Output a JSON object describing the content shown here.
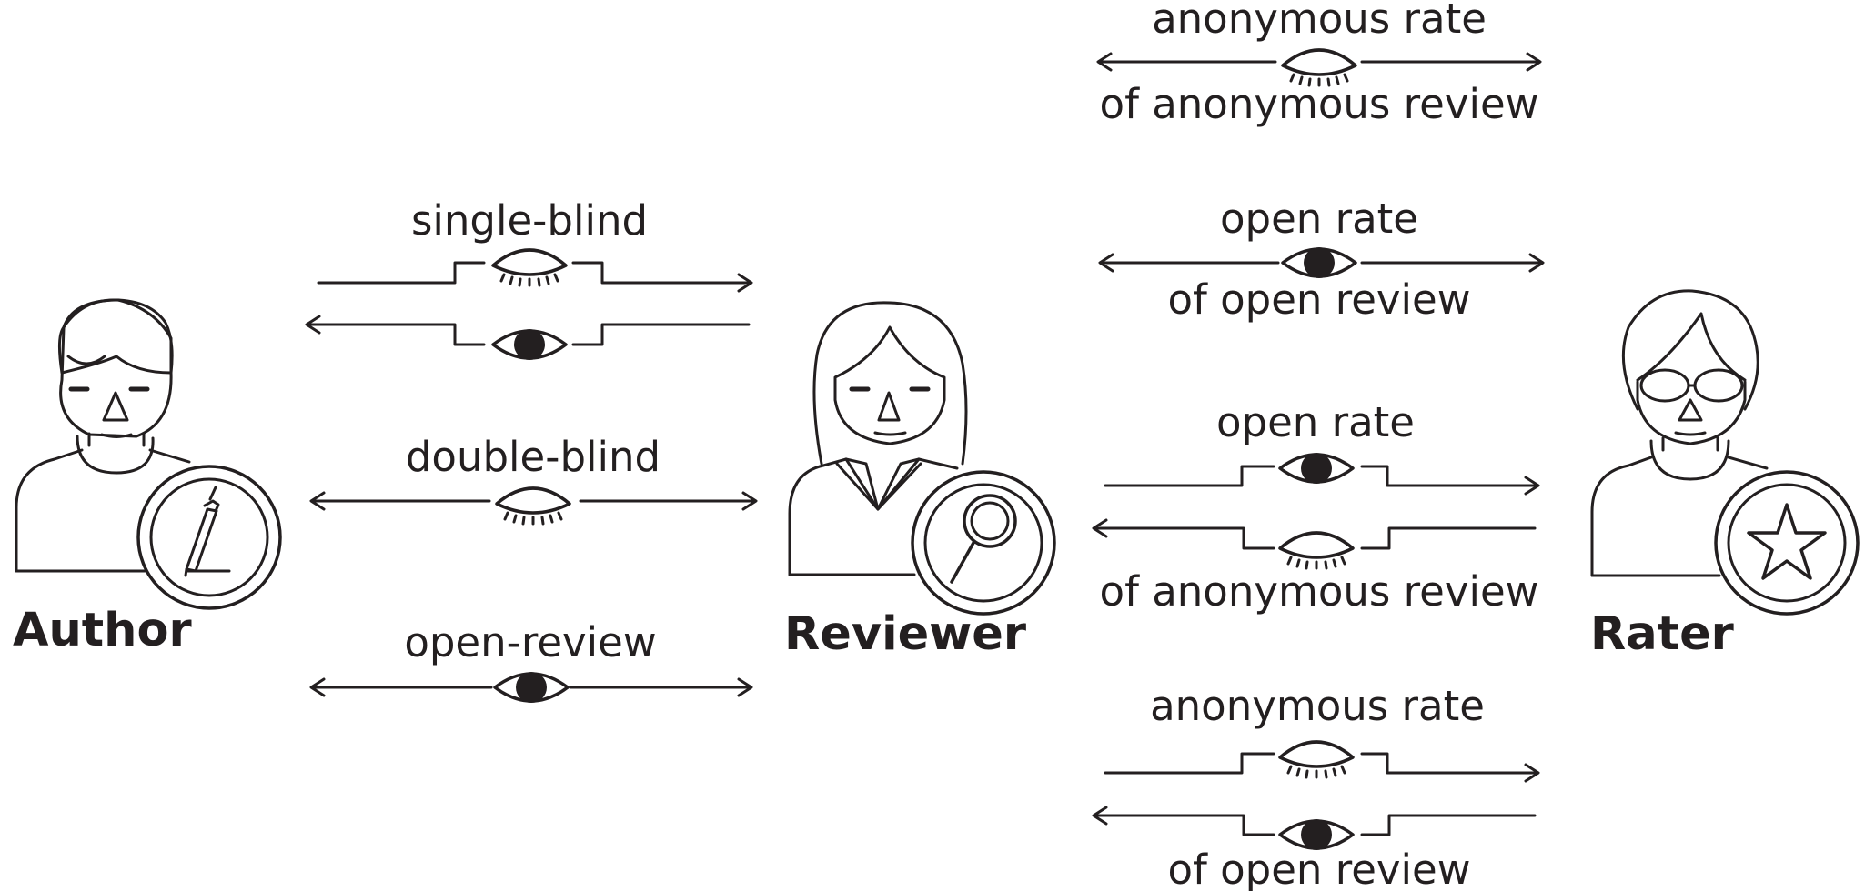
{
  "roles": {
    "author": "Author",
    "reviewer": "Reviewer",
    "rater": "Rater"
  },
  "author_reviewer": {
    "single_blind": "single-blind",
    "double_blind": "double-blind",
    "open_review": "open-review"
  },
  "reviewer_rater": {
    "anon_rate_of_anon": {
      "top": "anonymous rate",
      "bottom": "of anonymous review"
    },
    "open_rate_of_open": {
      "top": "open rate",
      "bottom": "of open review"
    },
    "open_rate_of_anon": {
      "top": "open rate",
      "bottom": "of anonymous review"
    },
    "anon_rate_of_open": {
      "top": "anonymous rate",
      "bottom": "of open review"
    }
  },
  "icons": {
    "author_badge": "pen-icon",
    "reviewer_badge": "magnifier-icon",
    "rater_badge": "star-icon",
    "closed_eye": "closed-eye-icon",
    "open_eye": "open-eye-icon"
  },
  "colors": {
    "ink": "#231f20",
    "background": "#ffffff"
  }
}
